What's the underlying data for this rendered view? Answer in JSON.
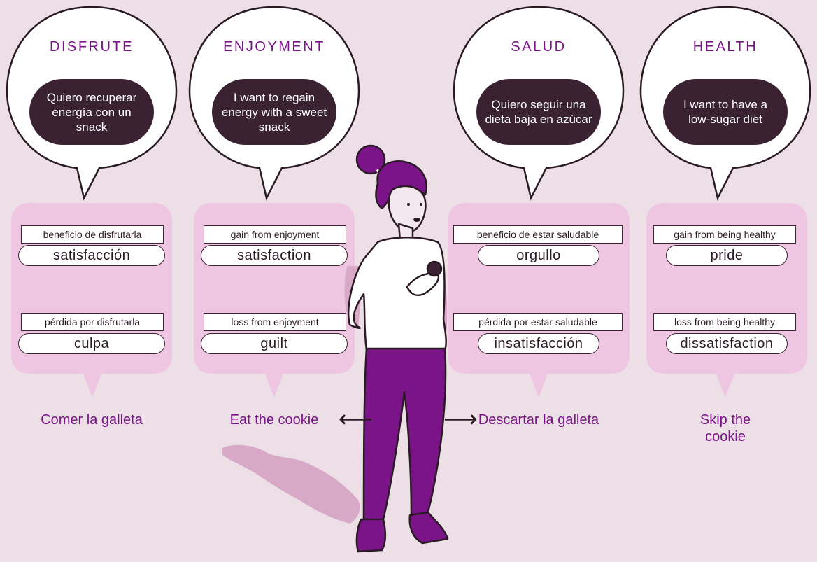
{
  "colors": {
    "background": "#ecdfe6",
    "accent_purple": "#7a1488",
    "panel_pink": "#efc6e2",
    "thought_dark": "#3a2232"
  },
  "columns": [
    {
      "title": "DISFRUTE",
      "thought": "Quiero recuperar energía con un snack",
      "gain_label": "beneficio de disfrutarla",
      "gain_value": "satisfacción",
      "loss_label": "pérdida por disfrutarla",
      "loss_value": "culpa",
      "action": "Comer la galleta"
    },
    {
      "title": "ENJOYMENT",
      "thought": "I want to regain energy with a sweet snack",
      "gain_label": "gain from enjoyment",
      "gain_value": "satisfaction",
      "loss_label": "loss from enjoyment",
      "loss_value": "guilt",
      "action": "Eat the cookie"
    },
    {
      "title": "SALUD",
      "thought": "Quiero seguir una dieta baja en azúcar",
      "gain_label": "beneficio de estar saludable",
      "gain_value": "orgullo",
      "loss_label": "pérdida por estar saludable",
      "loss_value": "insatisfacción",
      "action": "Descartar la galleta"
    },
    {
      "title": "HEALTH",
      "thought": "I want to have a low-sugar diet",
      "gain_label": "gain from being healthy",
      "gain_value": "pride",
      "loss_label": "loss from being healthy",
      "loss_value": "dissatisfaction",
      "action": "Skip the cookie"
    }
  ],
  "arrows": {
    "left": "⟵",
    "right": "⟶"
  }
}
